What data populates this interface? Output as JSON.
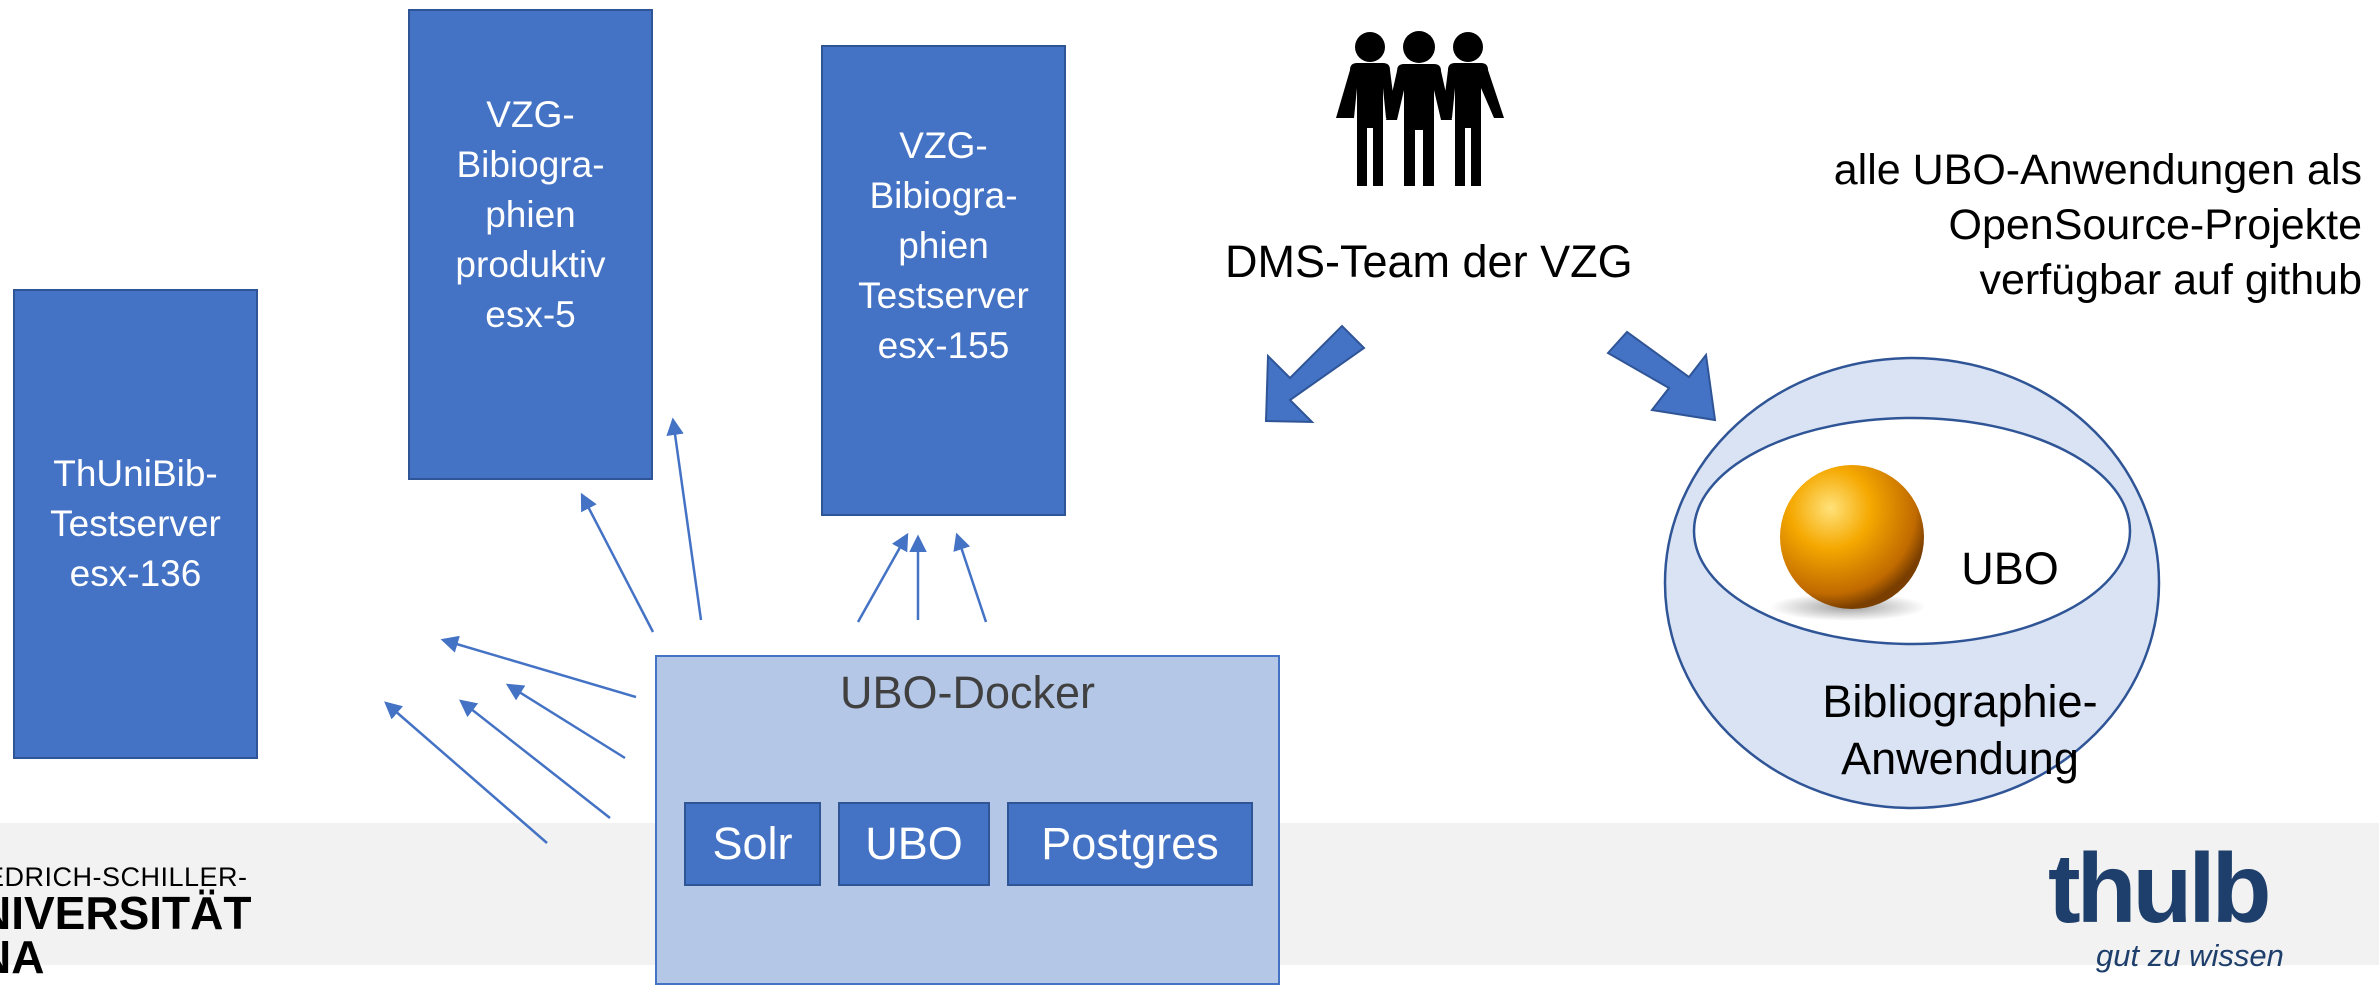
{
  "servers": {
    "thunibib": "ThUniBib-\nTestserver\nesx-136",
    "vzg_prod": "VZG-\nBibiogra-\nphien\nproduktiv\nesx-5",
    "vzg_test": "VZG-\nBibiogra-\nphien\nTestserver\nesx-155"
  },
  "docker": {
    "title": "UBO-Docker",
    "components": [
      "Solr",
      "UBO",
      "Postgres"
    ]
  },
  "team": {
    "label": "DMS-Team der VZG",
    "icon": "people-group-icon"
  },
  "opensource_note": "alle UBO-Anwendungen als\nOpenSource-Projekte\nverfügbar auf github",
  "application": {
    "inner_label": "UBO",
    "outer_label": "Bibliographie-\nAnwendung",
    "sphere_color": "#f5a800"
  },
  "logos": {
    "university": [
      "IEDRICH-SCHILLER-",
      "NIVERSITÄT",
      "NA"
    ],
    "thulb": "thulb",
    "thulb_tagline": "gut zu wissen"
  },
  "colors": {
    "box_blue": "#4472c4",
    "docker_fill": "#b4c7e7",
    "ellipse_fill": "#dae3f3",
    "logo_navy": "#1e3f6b"
  }
}
